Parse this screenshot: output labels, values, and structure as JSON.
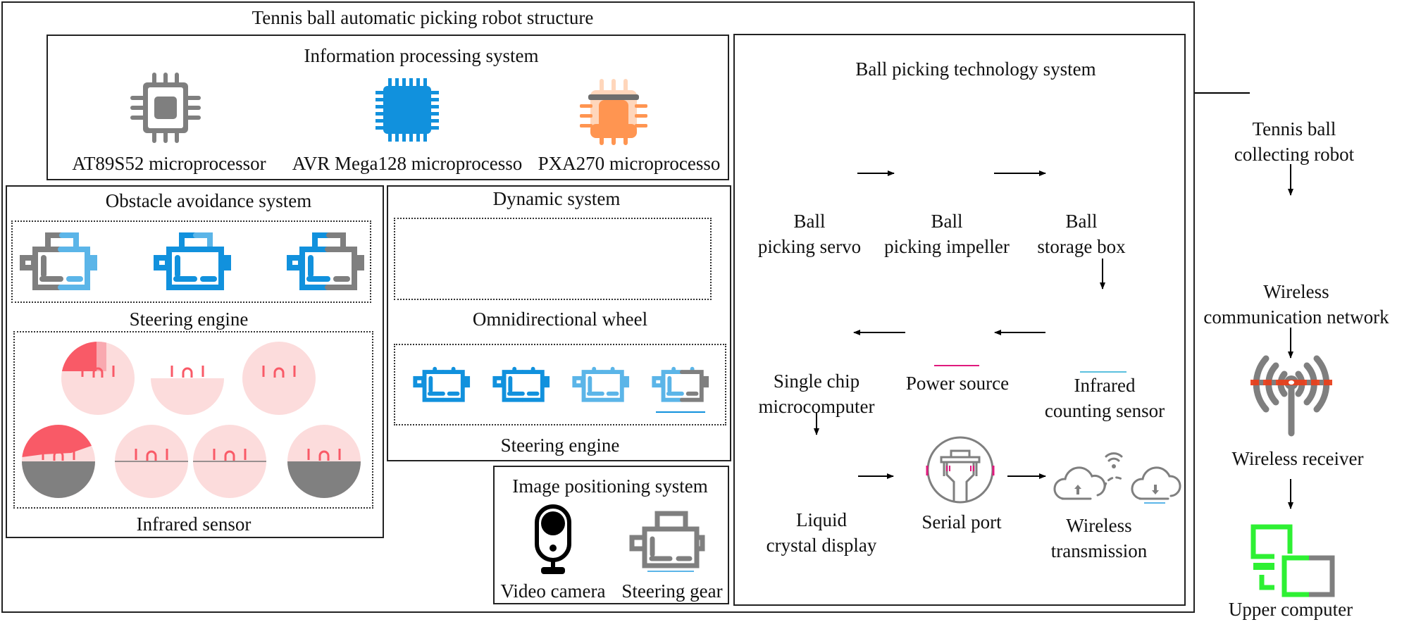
{
  "title": "Tennis ball automatic picking robot structure",
  "colors": {
    "gray": "#7f7f7f",
    "blue": "#1191dd",
    "light_blue": "#5bb5e8",
    "orange": "#ff9551",
    "light_orange": "#ffd6bb",
    "pink": "#fcdcdc",
    "red": "#f95a67",
    "green": "#2ef033",
    "antenna_red": "#e8401c",
    "magenta": "#e0197d"
  },
  "info_processing": {
    "title": "Information processing system",
    "processors": [
      {
        "label": "AT89S52 microprocessor",
        "icon": "chip-outline-icon"
      },
      {
        "label": "AVR Mega128 microprocesso",
        "icon": "chip-filled-icon"
      },
      {
        "label": "PXA270 microprocesso",
        "icon": "chip-orange-icon"
      }
    ]
  },
  "obstacle_avoidance": {
    "title": "Obstacle avoidance system",
    "steering_label": "Steering engine",
    "infrared_label": "Infrared sensor",
    "steering_count": 3,
    "infrared_count": 7
  },
  "dynamic": {
    "title": "Dynamic system",
    "wheel_label": "Omnidirectional wheel",
    "steering_label": "Steering engine",
    "steering_count": 4
  },
  "image_positioning": {
    "title": "Image positioning system",
    "camera_label": "Video camera",
    "gear_label": "Steering gear"
  },
  "ball_picking": {
    "title": "Ball picking technology system",
    "nodes": {
      "servo": [
        "Ball",
        "picking servo"
      ],
      "impeller": [
        "Ball",
        "picking impeller"
      ],
      "storage": [
        "Ball",
        "storage box"
      ],
      "mcu": [
        "Single chip",
        "microcomputer"
      ],
      "power": [
        "Power source"
      ],
      "infrared": [
        "Infrared",
        "counting sensor"
      ],
      "lcd": [
        "Liquid",
        "crystal display"
      ],
      "serial": [
        "Serial port"
      ],
      "wireless": [
        "Wireless",
        "transmission"
      ]
    }
  },
  "external": {
    "robot": [
      "Tennis ball",
      "collecting robot"
    ],
    "network": [
      "Wireless",
      "communication network"
    ],
    "receiver": "Wireless receiver",
    "upper": "Upper computer"
  }
}
